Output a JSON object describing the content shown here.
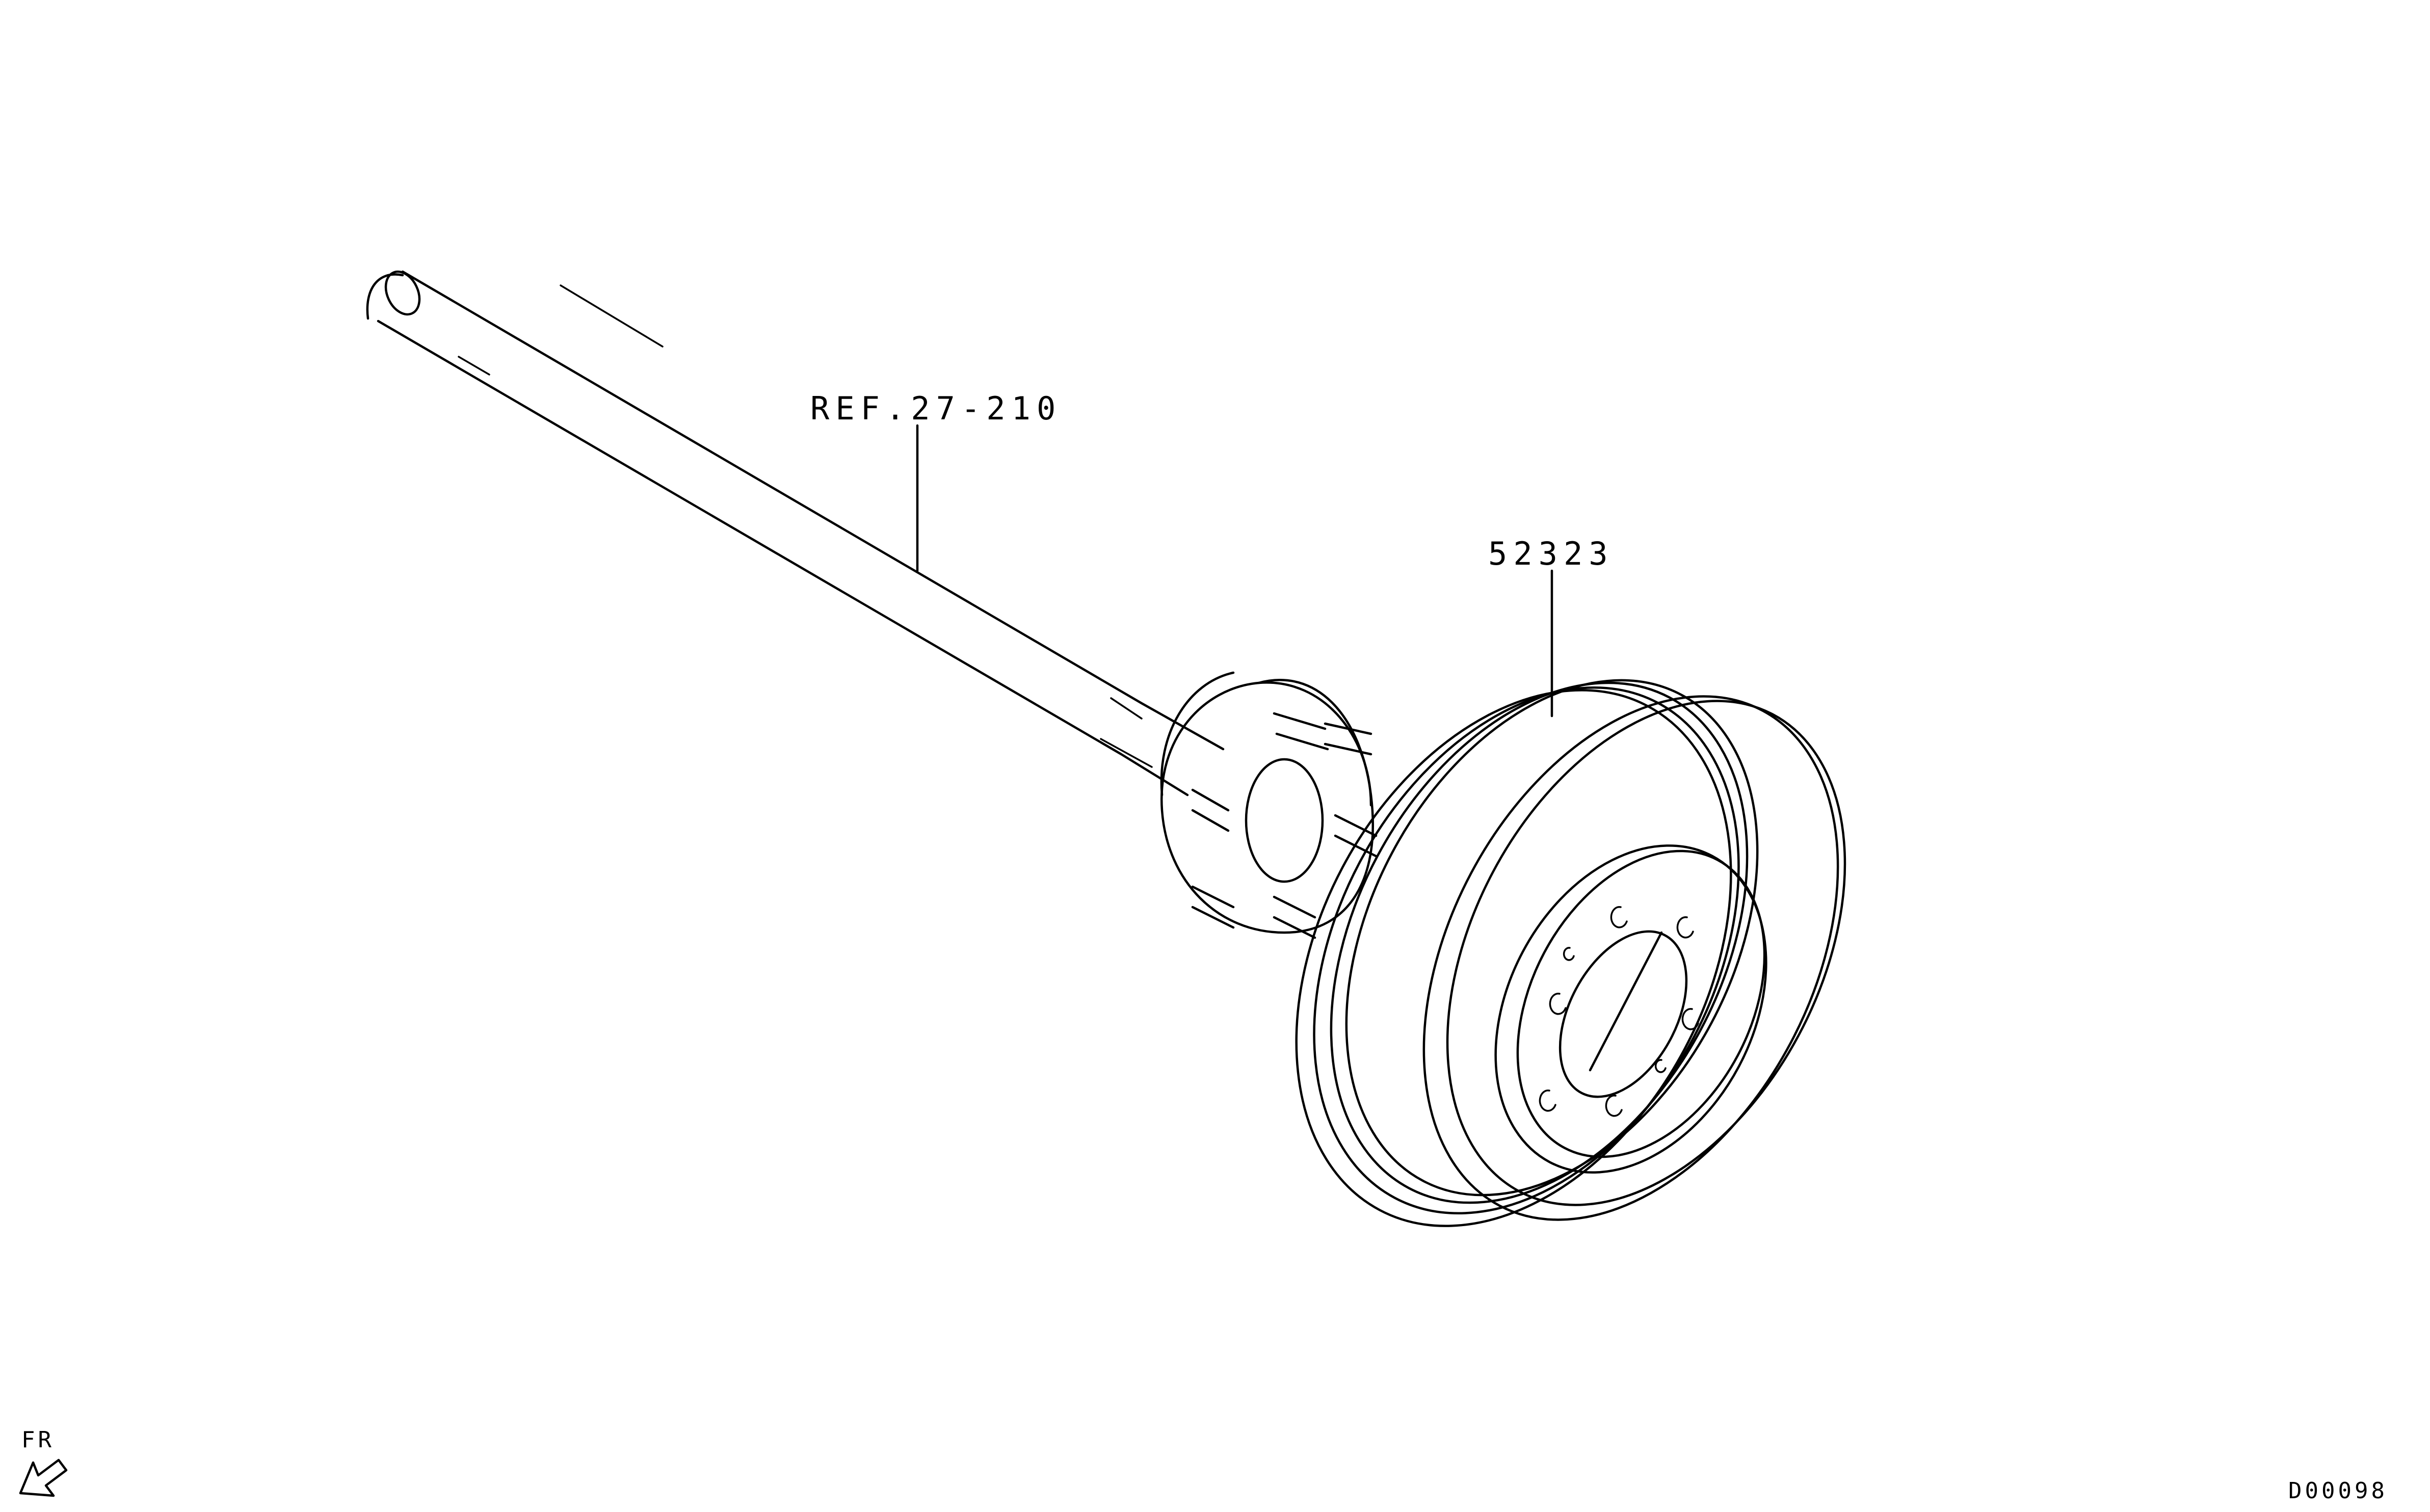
{
  "callouts": {
    "axle_shaft_ref": "REF.27-210",
    "brake_drum_part": "52323"
  },
  "orientation": {
    "front_label": "FR"
  },
  "diagram_code": "D00098"
}
